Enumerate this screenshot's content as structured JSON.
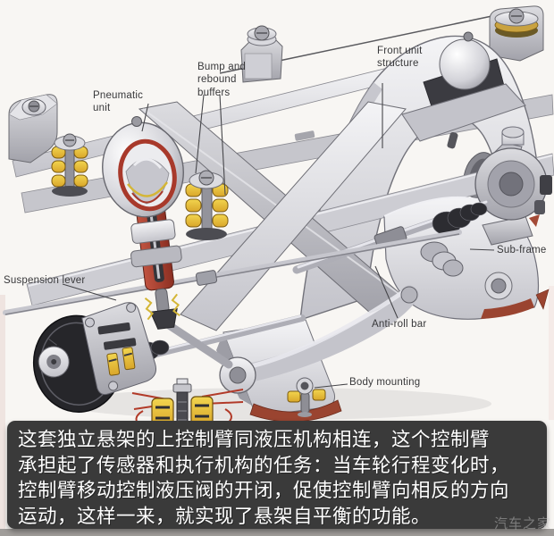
{
  "illustration": {
    "labels": {
      "pneumatic_unit": "Pneumatic unit",
      "bump_rebound_buffers": "Bump and rebound buffers",
      "front_unit_structure": "Front unit structure",
      "sub_frame": "Sub-frame",
      "suspension_lever": "Suspension lever",
      "anti_roll_bar": "Anti-roll bar",
      "body_mounting": "Body mounting"
    },
    "colors": {
      "metal_gray": "#c9c9cf",
      "accent_red": "#a8392b",
      "buffer_yellow": "#e8c53a",
      "label_text": "#38383a",
      "caption_bg": "#3a3a3a",
      "caption_text": "#ffffff",
      "background": "#f8f6f3"
    }
  },
  "caption": {
    "lines": [
      "这套独立悬架的上控制臂同液压机构相连，这个控制臂",
      "承担起了传感器和执行机构的任务：当车轮行程变化时，",
      "控制臂移动控制液压阀的开闭，促使控制臂向相反的方向",
      "运动，这样一来，就实现了悬架自平衡的功能。"
    ]
  },
  "watermark": "汽车之家"
}
